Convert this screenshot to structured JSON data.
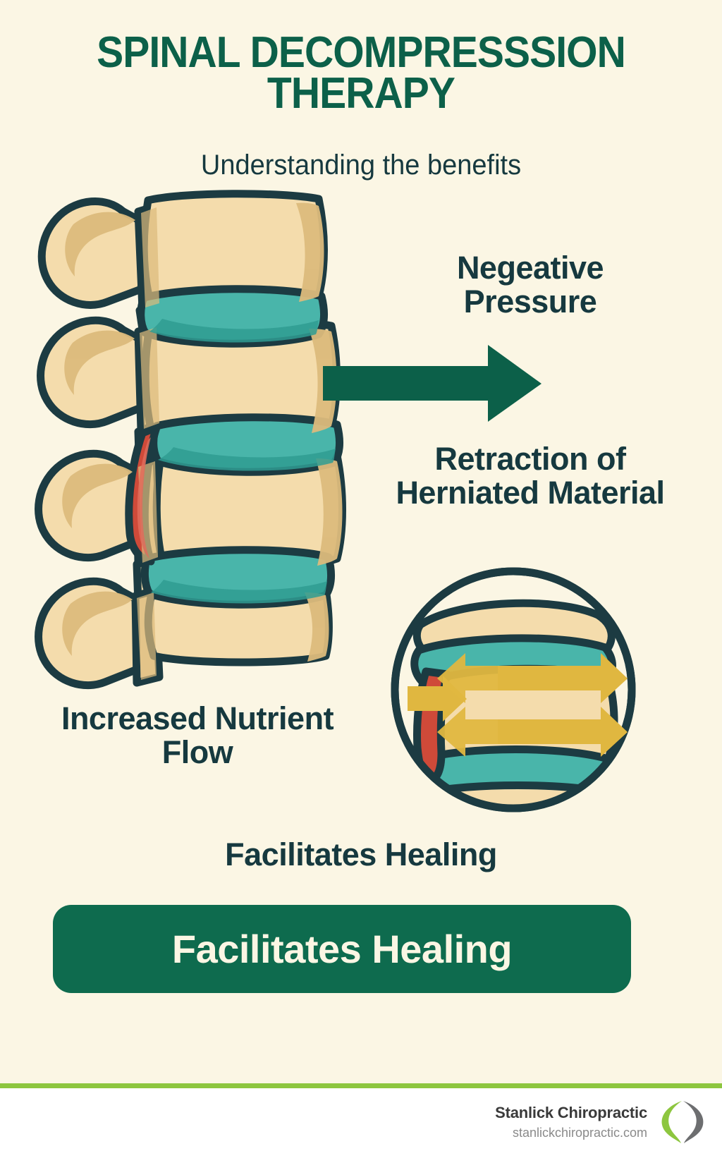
{
  "poster": {
    "background_color": "#FBF6E4",
    "title": "SPINAL DECOMPRESSSION THERAPY",
    "subtitle": "Understanding the benefits"
  },
  "labels": {
    "negative_pressure": "Negeative Pressure",
    "retraction": "Retraction of Herniated Material",
    "nutrient_flow": "Increased Nutrient Flow",
    "facilitates_healing": "Facilitates Healing"
  },
  "cta": {
    "text": "Facilitates Healing",
    "background_color": "#0E6B4E",
    "text_color": "#FBF6E4"
  },
  "footer": {
    "divider_color": "#8DC63F",
    "brand_name": "Stanlick Chiropractic",
    "url": "stanlickchiropractic.com",
    "logo_name": "stanlick-spine-leaf-logo",
    "logo_green": "#8DC63F",
    "logo_gray": "#6D6E70"
  },
  "illustration": {
    "name": "lumbar-spine-lateral-view",
    "bone_color": "#F4DCAC",
    "bone_shadow_color": "#DCBB7C",
    "outline_color": "#1C3B42",
    "disc_color": "#49B5AA",
    "disc_shadow_color": "#2F9C92",
    "herniation_color": "#CF4A39",
    "herniation_highlight": "#E06C5C",
    "arrow_green": "#0C6049",
    "arrow_gold": "#E0B740",
    "inset_name": "herniation-retraction-detail-circle",
    "inset_arrows": [
      "compression-arrow-left-inward",
      "retraction-arrow-upper-right",
      "retraction-arrow-lower-right"
    ]
  }
}
